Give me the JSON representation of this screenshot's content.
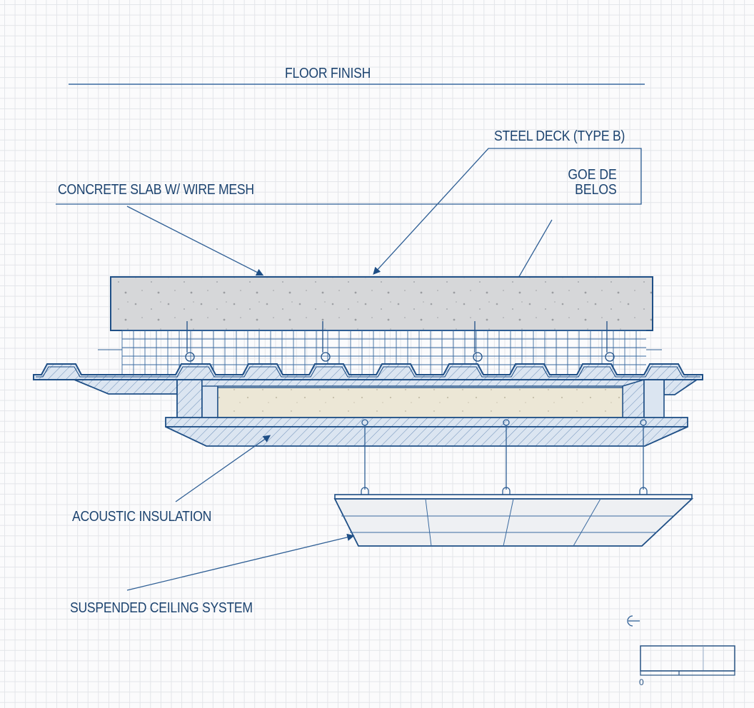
{
  "diagram": {
    "title": "Floor/Ceiling Assembly Section",
    "colors": {
      "line": "#1f4f86",
      "concrete": "#d6d7d9",
      "insulation": "#ece7d6",
      "hatch_fill": "#dbe5f1",
      "ceiling_fill": "#eef0f3",
      "text": "#1d4470"
    },
    "labels": {
      "floor_finish": "FLOOR FINISH",
      "steel_deck": "STEEL DECK (TYPE B)",
      "goe_de_belos": "GOE DE\nBELOS",
      "concrete_slab": "CONCRETE SLAB W/ WIRE MESH",
      "acoustic_insulation": "ACOUSTIC INSULATION",
      "suspended_ceiling": "SUSPENDED CEILING SYSTEM"
    },
    "components": [
      {
        "id": "floor-finish",
        "name": "Floor finish line"
      },
      {
        "id": "concrete-slab",
        "name": "Concrete slab"
      },
      {
        "id": "wire-mesh",
        "name": "Wire mesh"
      },
      {
        "id": "steel-deck",
        "name": "Corrugated steel deck"
      },
      {
        "id": "acoustic-insulation",
        "name": "Acoustic insulation"
      },
      {
        "id": "support-beam",
        "name": "Hatched support member"
      },
      {
        "id": "hanger-wires",
        "name": "Ceiling hanger wires"
      },
      {
        "id": "ceiling-panel",
        "name": "Suspended ceiling panel"
      }
    ],
    "hanger_count": 3,
    "anchor_count": 4,
    "symbol": {
      "icon": "section-symbol-icon"
    },
    "scale_bar": {
      "zero_label": "0"
    }
  }
}
